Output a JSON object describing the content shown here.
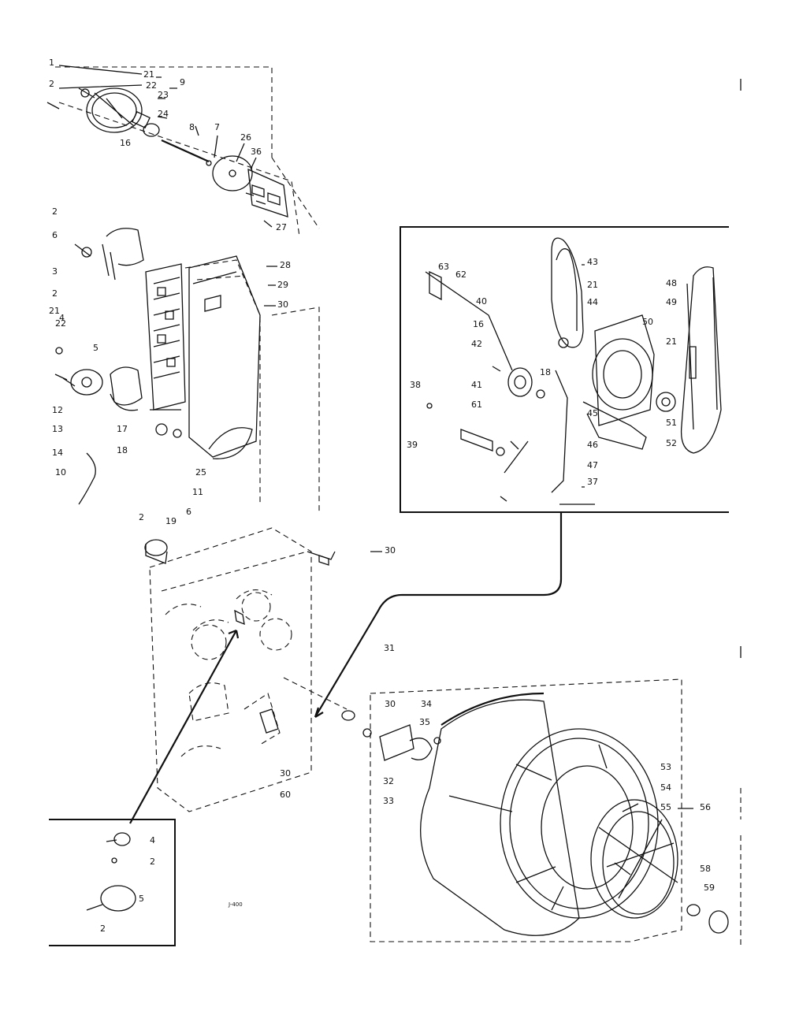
{
  "diagram": {
    "colors": {
      "ink": "#111111",
      "paper": "#ffffff"
    },
    "code_label": "J-400",
    "callouts": [
      {
        "id": "c1",
        "text": "1"
      },
      {
        "id": "c21a",
        "text": "21"
      },
      {
        "id": "c2a",
        "text": "2"
      },
      {
        "id": "c22",
        "text": "22"
      },
      {
        "id": "c9",
        "text": "9"
      },
      {
        "id": "c23",
        "text": "23"
      },
      {
        "id": "c24",
        "text": "24"
      },
      {
        "id": "c16",
        "text": "16"
      },
      {
        "id": "c8",
        "text": "8"
      },
      {
        "id": "c7",
        "text": "7"
      },
      {
        "id": "c26",
        "text": "26"
      },
      {
        "id": "c36",
        "text": "36"
      },
      {
        "id": "c27",
        "text": "27"
      },
      {
        "id": "c2b",
        "text": "2"
      },
      {
        "id": "c6",
        "text": "6"
      },
      {
        "id": "c3",
        "text": "3"
      },
      {
        "id": "c2c",
        "text": "2"
      },
      {
        "id": "c21b",
        "text": "21"
      },
      {
        "id": "c22b",
        "text": "22"
      },
      {
        "id": "c4",
        "text": "4"
      },
      {
        "id": "c5",
        "text": "5"
      },
      {
        "id": "c12",
        "text": "12"
      },
      {
        "id": "c13",
        "text": "13"
      },
      {
        "id": "c14",
        "text": "14"
      },
      {
        "id": "c17",
        "text": "17"
      },
      {
        "id": "c18",
        "text": "18"
      },
      {
        "id": "c10",
        "text": "10"
      },
      {
        "id": "c25",
        "text": "25"
      },
      {
        "id": "c11",
        "text": "11"
      },
      {
        "id": "c6b",
        "text": "6"
      },
      {
        "id": "c28",
        "text": "28"
      },
      {
        "id": "c29",
        "text": "29"
      },
      {
        "id": "c30a",
        "text": "30"
      },
      {
        "id": "c2d",
        "text": "2"
      },
      {
        "id": "c19",
        "text": "19"
      },
      {
        "id": "c30b",
        "text": "30"
      },
      {
        "id": "c31",
        "text": "31"
      },
      {
        "id": "c30c",
        "text": "30"
      },
      {
        "id": "c34",
        "text": "34"
      },
      {
        "id": "c35",
        "text": "35"
      },
      {
        "id": "c32",
        "text": "32"
      },
      {
        "id": "c33",
        "text": "33"
      },
      {
        "id": "c30d",
        "text": "30"
      },
      {
        "id": "c60",
        "text": "60"
      },
      {
        "id": "c53",
        "text": "53"
      },
      {
        "id": "c54",
        "text": "54"
      },
      {
        "id": "c55",
        "text": "55"
      },
      {
        "id": "c56",
        "text": "56"
      },
      {
        "id": "c58",
        "text": "58"
      },
      {
        "id": "c59",
        "text": "59"
      },
      {
        "id": "c4b",
        "text": "4"
      },
      {
        "id": "c2e",
        "text": "2"
      },
      {
        "id": "c5b",
        "text": "5"
      },
      {
        "id": "c2f",
        "text": "2"
      },
      {
        "id": "c63",
        "text": "63"
      },
      {
        "id": "c62",
        "text": "62"
      },
      {
        "id": "c43",
        "text": "43"
      },
      {
        "id": "c21c",
        "text": "21"
      },
      {
        "id": "c44",
        "text": "44"
      },
      {
        "id": "c40",
        "text": "40"
      },
      {
        "id": "c16b",
        "text": "16"
      },
      {
        "id": "c42",
        "text": "42"
      },
      {
        "id": "c18b",
        "text": "18"
      },
      {
        "id": "c48",
        "text": "48"
      },
      {
        "id": "c49",
        "text": "49"
      },
      {
        "id": "c50",
        "text": "50"
      },
      {
        "id": "c21d",
        "text": "21"
      },
      {
        "id": "c38",
        "text": "38"
      },
      {
        "id": "c41",
        "text": "41"
      },
      {
        "id": "c61",
        "text": "61"
      },
      {
        "id": "c45",
        "text": "45"
      },
      {
        "id": "c51",
        "text": "51"
      },
      {
        "id": "c52",
        "text": "52"
      },
      {
        "id": "c39",
        "text": "39"
      },
      {
        "id": "c46",
        "text": "46"
      },
      {
        "id": "c47",
        "text": "47"
      },
      {
        "id": "c37",
        "text": "37"
      }
    ]
  }
}
